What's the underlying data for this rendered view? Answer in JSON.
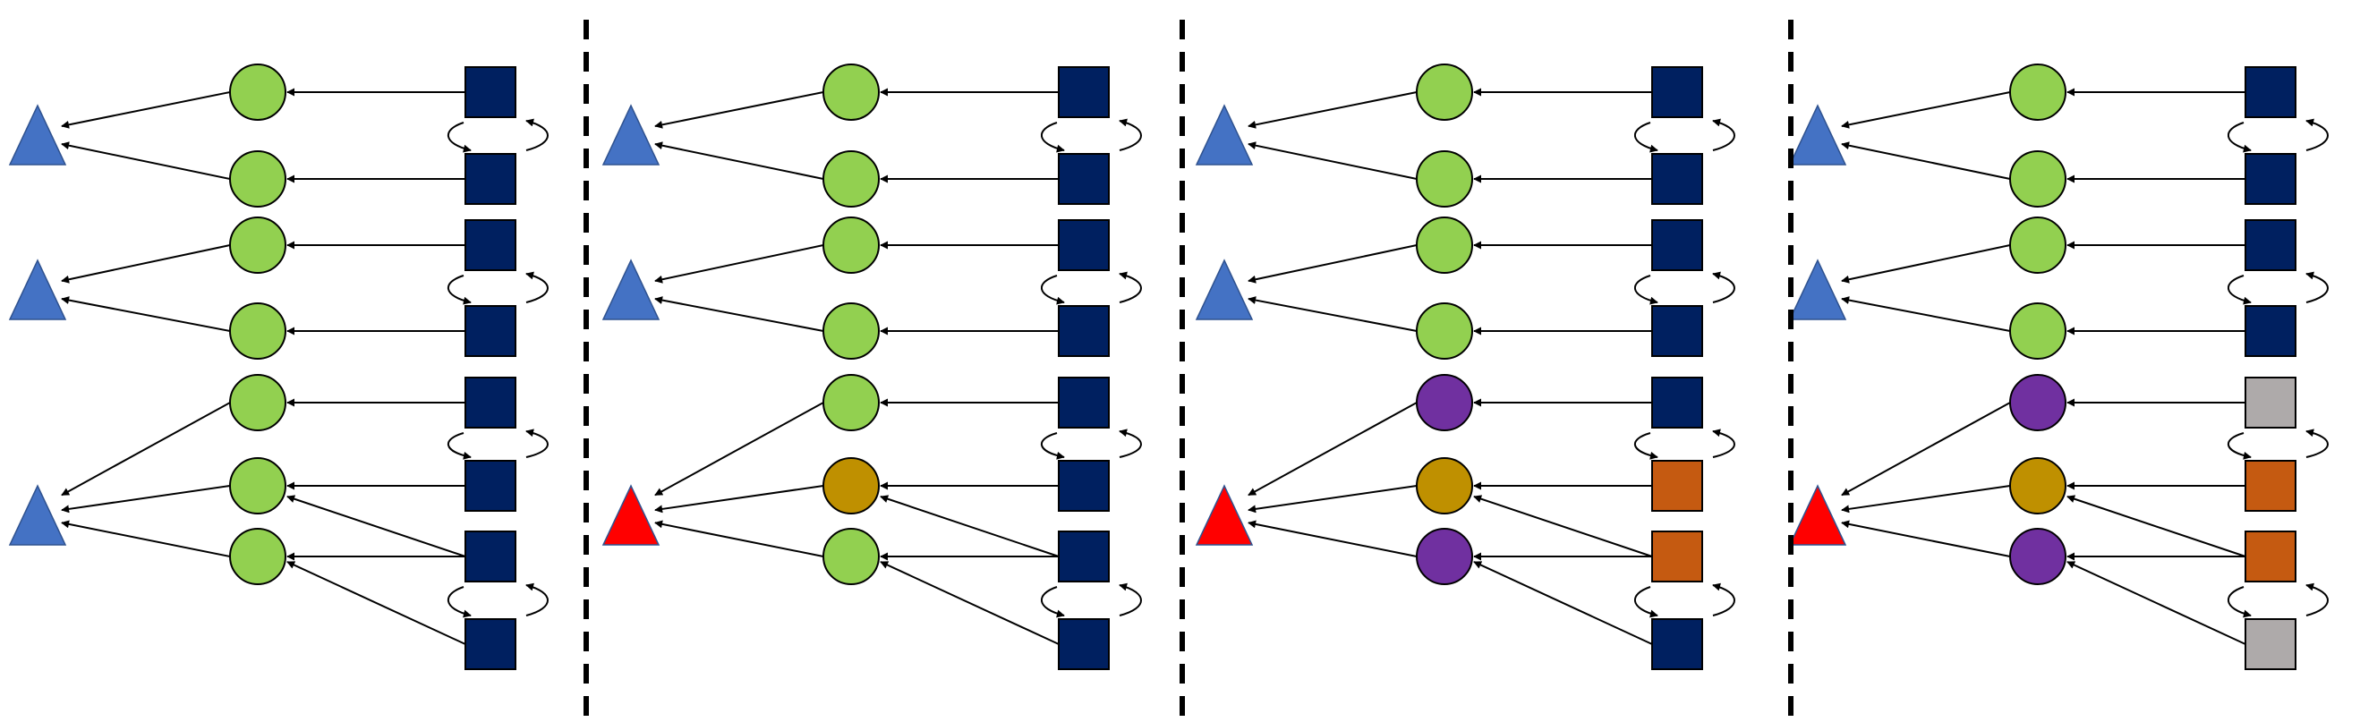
{
  "colors": {
    "square_navy": "#002060",
    "square_orange": "#C55A11",
    "square_gray": "#AEAAAA",
    "circle_green": "#92D050",
    "circle_purple": "#7030A0",
    "circle_gold": "#BF9000",
    "triangle_blue": "#4472C4",
    "triangle_red": "#FF0000",
    "stroke": "#000000"
  },
  "panels": [
    {
      "id": "panel-1",
      "groups": [
        {
          "rows": [
            {
              "square": "square_navy",
              "circle": "circle_green"
            },
            {
              "square": "square_navy",
              "circle": "circle_green"
            }
          ],
          "triangle": "triangle_blue"
        },
        {
          "rows": [
            {
              "square": "square_navy",
              "circle": "circle_green"
            },
            {
              "square": "square_navy",
              "circle": "circle_green"
            }
          ],
          "triangle": "triangle_blue"
        },
        {
          "rows": [
            {
              "square": "square_navy",
              "circle": "circle_green"
            },
            {
              "square": "square_navy",
              "circle": "circle_green"
            },
            {
              "square": "square_navy",
              "circle": "circle_green"
            },
            {
              "square": "square_navy"
            }
          ],
          "triangle": "triangle_blue"
        }
      ]
    },
    {
      "id": "panel-2",
      "groups": [
        {
          "rows": [
            {
              "square": "square_navy",
              "circle": "circle_green"
            },
            {
              "square": "square_navy",
              "circle": "circle_green"
            }
          ],
          "triangle": "triangle_blue"
        },
        {
          "rows": [
            {
              "square": "square_navy",
              "circle": "circle_green"
            },
            {
              "square": "square_navy",
              "circle": "circle_green"
            }
          ],
          "triangle": "triangle_blue"
        },
        {
          "rows": [
            {
              "square": "square_navy",
              "circle": "circle_green"
            },
            {
              "square": "square_navy",
              "circle": "circle_gold"
            },
            {
              "square": "square_navy",
              "circle": "circle_green"
            },
            {
              "square": "square_navy"
            }
          ],
          "triangle": "triangle_red"
        }
      ]
    },
    {
      "id": "panel-3",
      "groups": [
        {
          "rows": [
            {
              "square": "square_navy",
              "circle": "circle_green"
            },
            {
              "square": "square_navy",
              "circle": "circle_green"
            }
          ],
          "triangle": "triangle_blue"
        },
        {
          "rows": [
            {
              "square": "square_navy",
              "circle": "circle_green"
            },
            {
              "square": "square_navy",
              "circle": "circle_green"
            }
          ],
          "triangle": "triangle_blue"
        },
        {
          "rows": [
            {
              "square": "square_navy",
              "circle": "circle_purple"
            },
            {
              "square": "square_orange",
              "circle": "circle_gold"
            },
            {
              "square": "square_orange",
              "circle": "circle_purple"
            },
            {
              "square": "square_navy"
            }
          ],
          "triangle": "triangle_red"
        }
      ]
    },
    {
      "id": "panel-4",
      "groups": [
        {
          "rows": [
            {
              "square": "square_navy",
              "circle": "circle_green"
            },
            {
              "square": "square_navy",
              "circle": "circle_green"
            }
          ],
          "triangle": "triangle_blue"
        },
        {
          "rows": [
            {
              "square": "square_navy",
              "circle": "circle_green"
            },
            {
              "square": "square_navy",
              "circle": "circle_green"
            }
          ],
          "triangle": "triangle_blue"
        },
        {
          "rows": [
            {
              "square": "square_gray",
              "circle": "circle_purple"
            },
            {
              "square": "square_orange",
              "circle": "circle_gold"
            },
            {
              "square": "square_orange",
              "circle": "circle_purple"
            },
            {
              "square": "square_gray"
            }
          ],
          "triangle": "triangle_red"
        }
      ]
    }
  ]
}
